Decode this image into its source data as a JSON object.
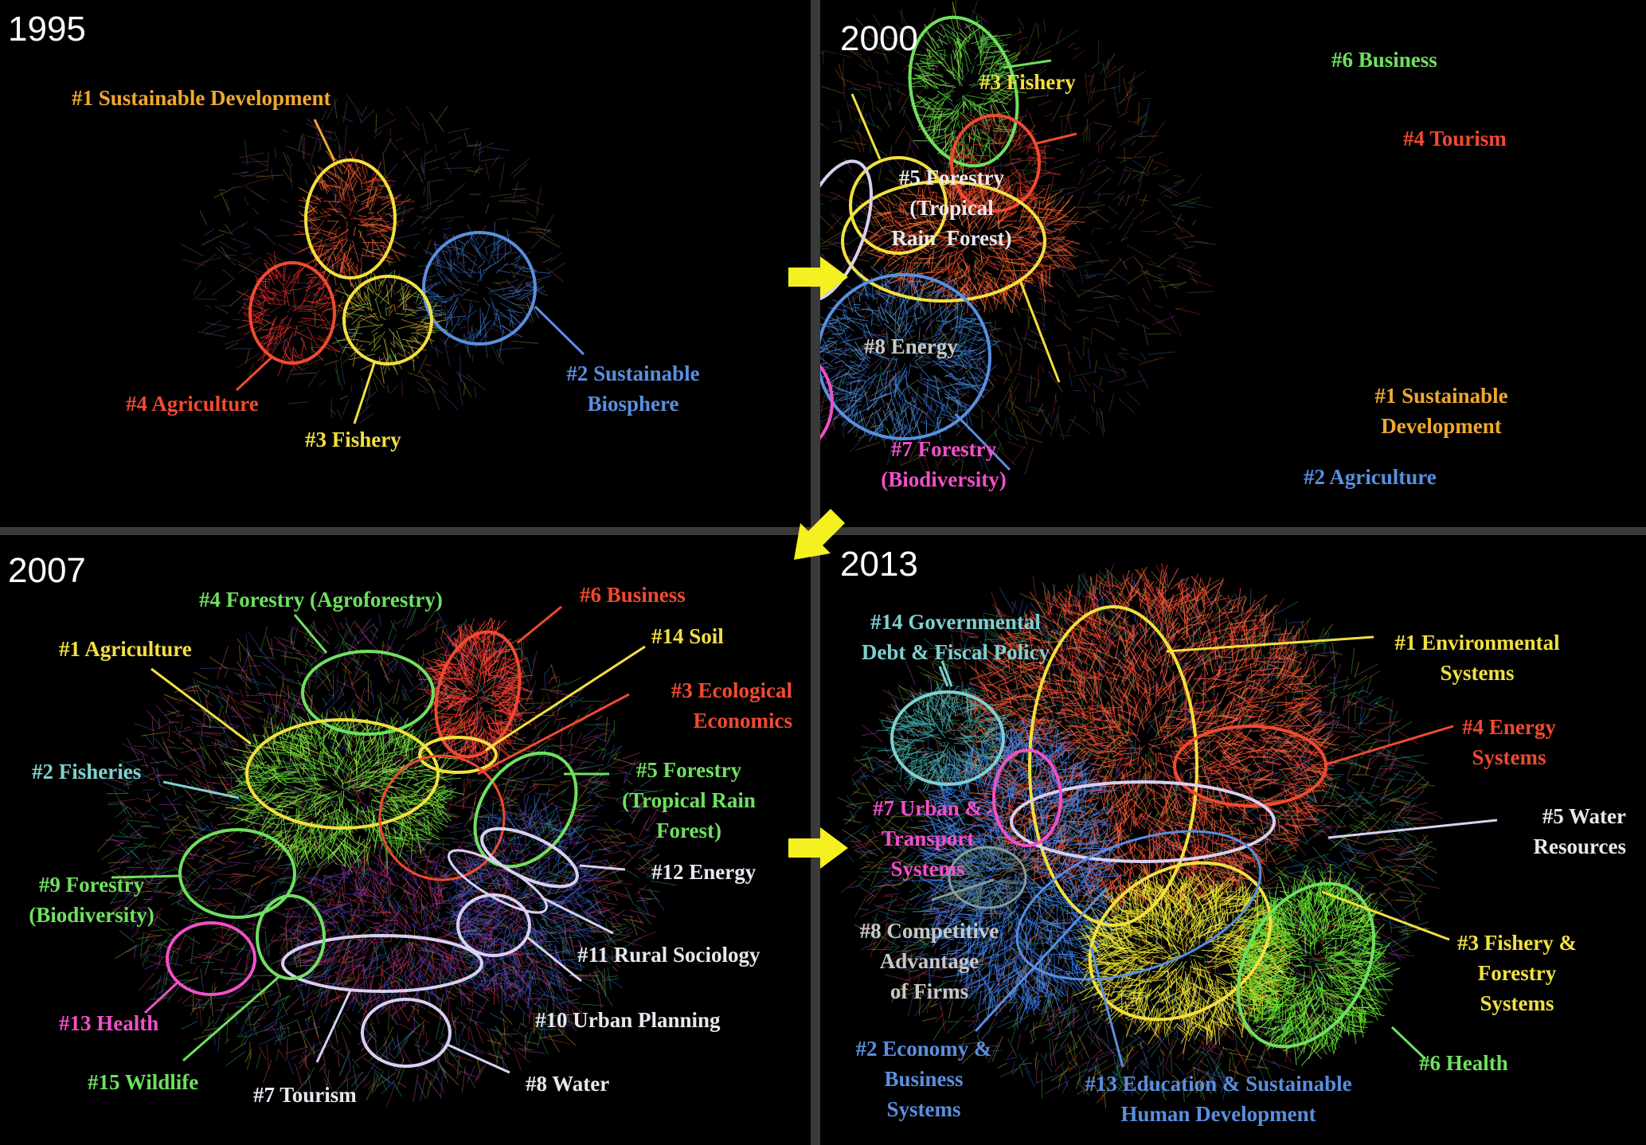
{
  "panels": {
    "p1995": {
      "year": "1995",
      "labels": {
        "c1": "#1 Sustainable Development",
        "c2": "#2 Sustainable\nBiosphere",
        "c3": "#3 Fishery",
        "c4": "#4 Agriculture"
      }
    },
    "p2000": {
      "year": "2000",
      "labels": {
        "c1": "#1 Sustainable\nDevelopment",
        "c2": "#2 Agriculture",
        "c3": "#3 Fishery",
        "c4": "#4 Tourism",
        "c5": "#5 Forestry\n(Tropical\nRain  Forest)",
        "c6": "#6 Business",
        "c7": "#7 Forestry\n(Biodiversity)",
        "c8": "#8 Energy"
      }
    },
    "p2007": {
      "year": "2007",
      "labels": {
        "c1": "#1 Agriculture",
        "c2": "#2 Fisheries",
        "c3": "#3 Ecological\nEconomics",
        "c4": "#4 Forestry (Agroforestry)",
        "c5": "#5 Forestry\n(Tropical Rain\nForest)",
        "c6": "#6 Business",
        "c7": "#7 Tourism",
        "c8": "#8 Water",
        "c9": "#9 Forestry\n(Biodiversity)",
        "c10": "#10 Urban Planning",
        "c11": "#11 Rural Sociology",
        "c12": "#12 Energy",
        "c13": "#13 Health",
        "c14": "#14 Soil",
        "c15": "#15 Wildlife"
      }
    },
    "p2013": {
      "year": "2013",
      "labels": {
        "c1": "#1 Environmental\nSystems",
        "c2": "#2 Economy &\nBusiness\nSystems",
        "c3": "#3 Fishery &\nForestry\nSystems",
        "c4": "#4 Energy\nSystems",
        "c5": "#5 Water\nResources",
        "c6": "#6 Health",
        "c7": "#7 Urban &\nTransport\nSystems",
        "c8": "#8 Competitive\nAdvantage\nof Firms",
        "c13": "#13 Education & Sustainable\nHuman Development",
        "c14": "#14 Governmental\nDebt & Fiscal Policy"
      }
    }
  },
  "colors": {
    "yellow": "#f2e040",
    "orange": "#f0a830",
    "red": "#f04a30",
    "blue": "#5a8fe0",
    "lightblue": "#8ab0ff",
    "green": "#6fe060",
    "magenta": "#f050c8",
    "lavender": "#d8d0f0",
    "teal": "#7fd0d0",
    "grey": "#c8c8c8",
    "arrow": "#f5f020"
  }
}
